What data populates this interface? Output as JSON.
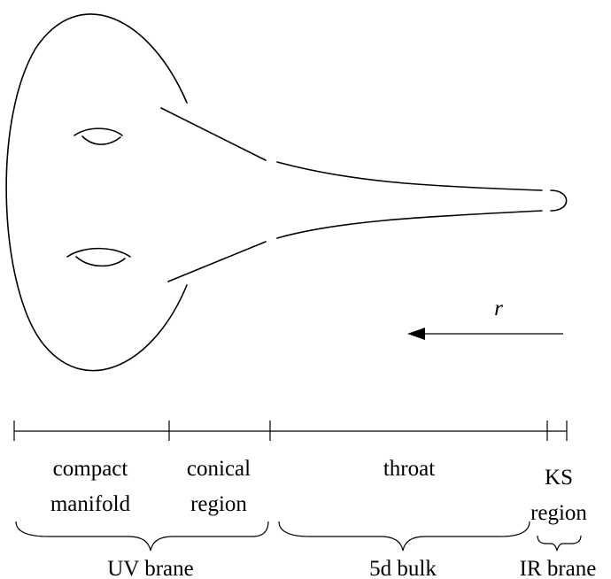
{
  "direction_arrow": {
    "label": "r"
  },
  "regions": [
    {
      "id": "compact",
      "lines": [
        "compact",
        "manifold"
      ]
    },
    {
      "id": "conical",
      "lines": [
        "conical",
        "region"
      ]
    },
    {
      "id": "throat",
      "lines": [
        "throat"
      ]
    },
    {
      "id": "ks",
      "lines": [
        "KS",
        "region"
      ]
    }
  ],
  "groups": [
    {
      "id": "uv",
      "label": "UV brane"
    },
    {
      "id": "bulk",
      "label": "5d bulk"
    },
    {
      "id": "ir",
      "label": "IR brane"
    }
  ]
}
